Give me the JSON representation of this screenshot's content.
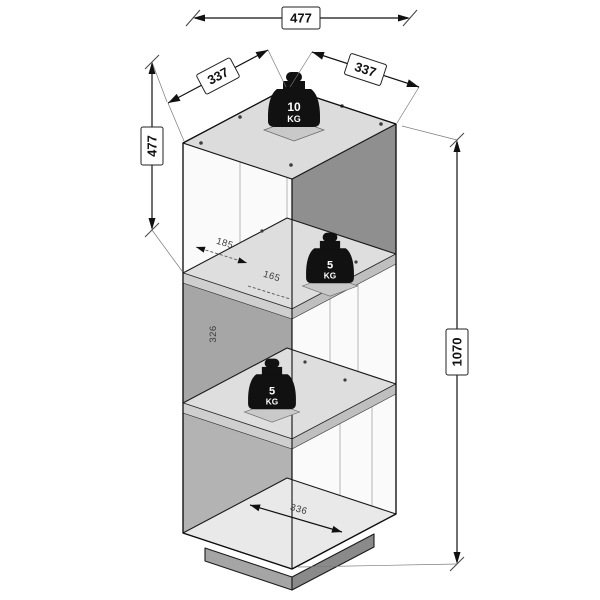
{
  "diagram": {
    "dims": {
      "top_width": "477",
      "edge_left": "337",
      "edge_right": "337",
      "side_depth": "477",
      "total_height": "1070",
      "inner_a": "185",
      "inner_b": "165",
      "inner_c": "326",
      "inner_d": "336"
    },
    "weights": {
      "top": {
        "value": "10",
        "unit": "KG"
      },
      "middle": {
        "value": "5",
        "unit": "KG"
      },
      "lower": {
        "value": "5",
        "unit": "KG"
      }
    },
    "colors": {
      "face_top": "#dcdcdc",
      "face_light": "#fafafa",
      "face_mid": "#a6a6a6",
      "face_dark": "#8f8f8f",
      "face_lower": "#b3b3b3",
      "shelf": "#dedede",
      "floor": "#e9e9e9",
      "weight": "#111111",
      "outline": "#1a1a1a"
    }
  }
}
